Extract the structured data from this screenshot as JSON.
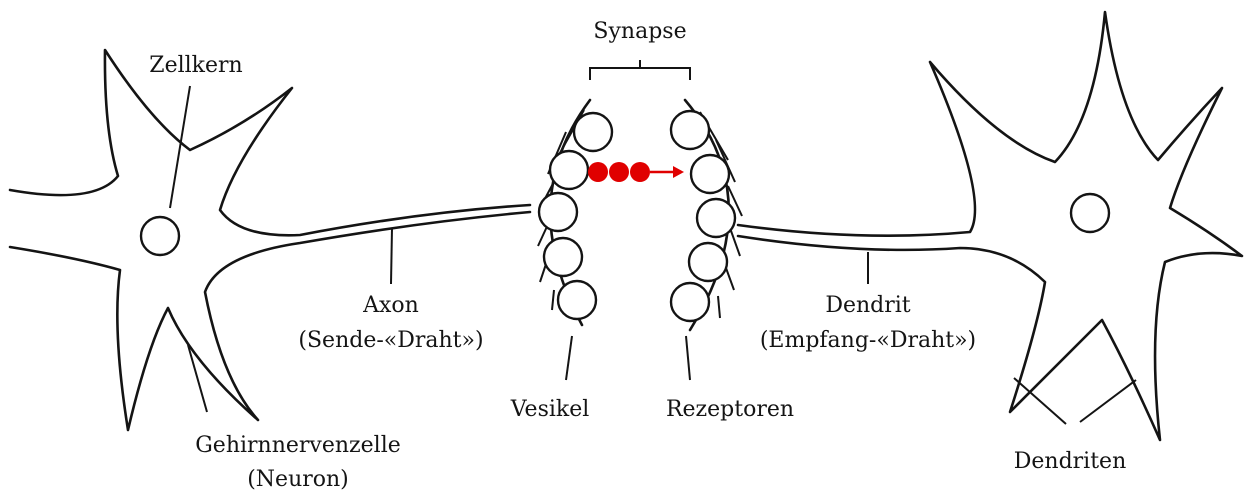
{
  "labels": {
    "synapse": "Synapse",
    "zellkern": "Zellkern",
    "axon": "Axon",
    "axon_sub": "(Sende-«Draht»)",
    "dendrit": "Dendrit",
    "dendrit_sub": "(Empfang-«Draht»)",
    "vesikel": "Vesikel",
    "rezeptoren": "Rezeptoren",
    "neuron": "Gehirnnervenzelle",
    "neuron_sub": "(Neuron)",
    "dendriten": "Dendriten"
  },
  "colors": {
    "ink": "#141414",
    "transmitter": "#e00000",
    "background": "#ffffff"
  }
}
